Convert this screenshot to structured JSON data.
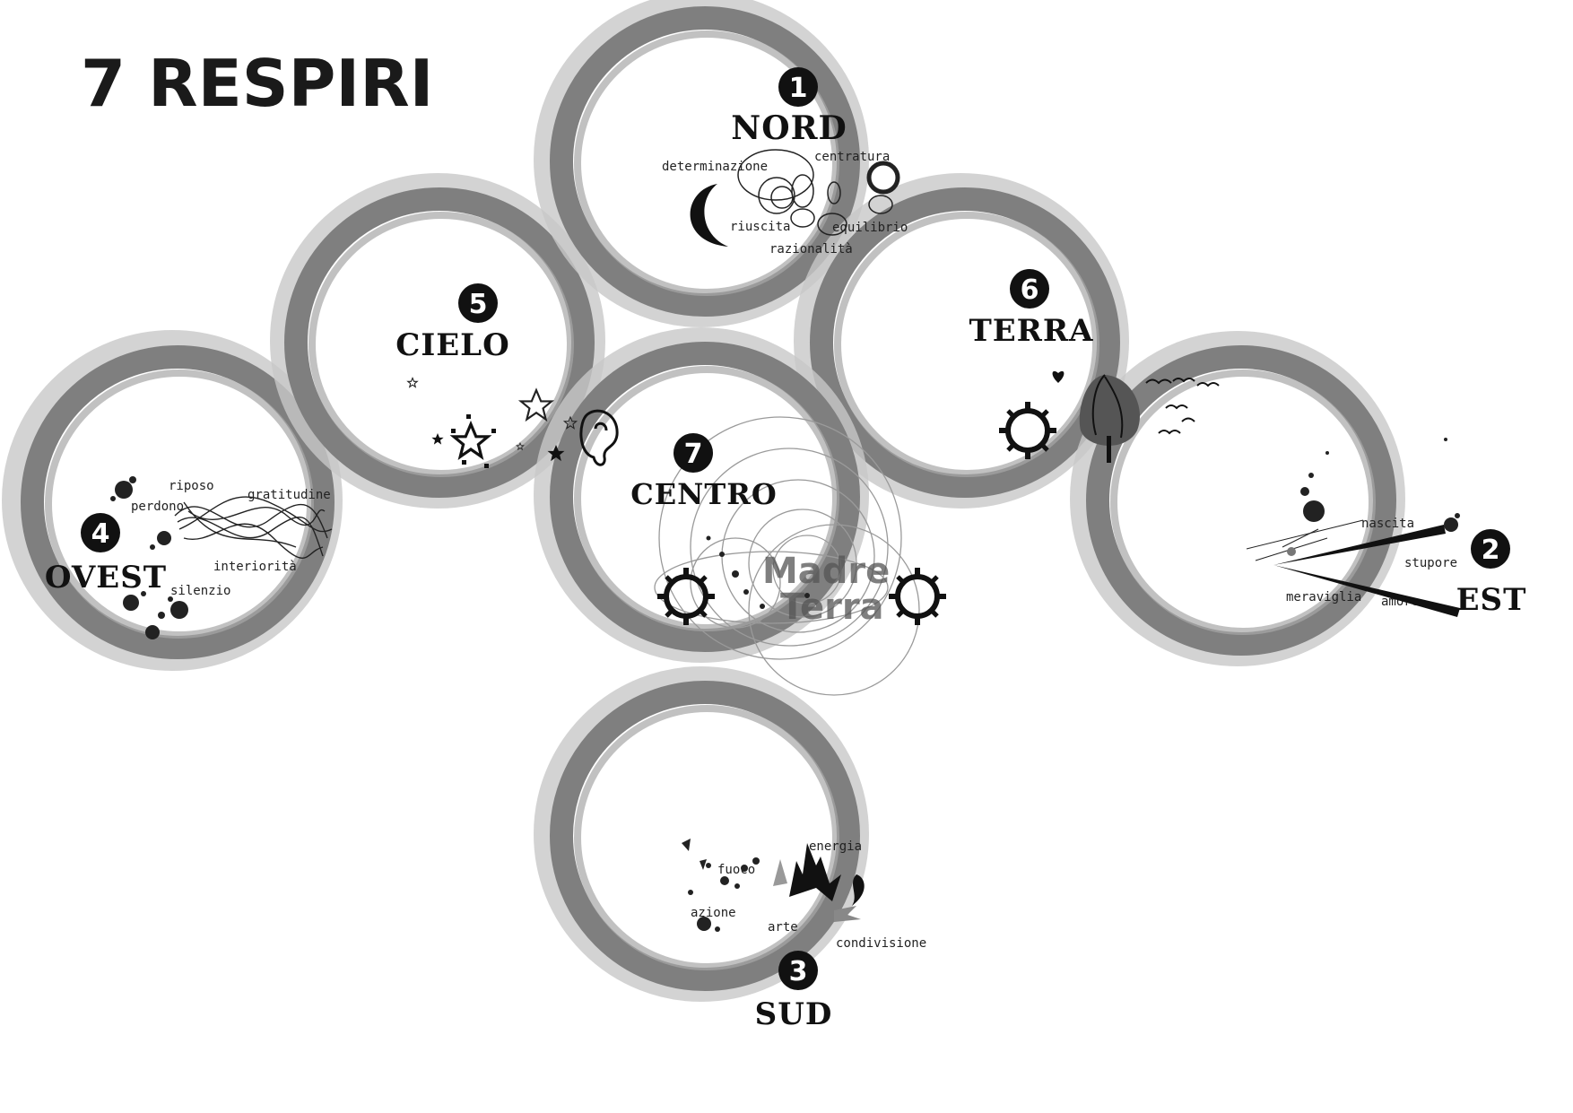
{
  "title": "7 RESPIRI",
  "colors": {
    "ring": "#7a7a7a",
    "ring_light": "#bdbdbd",
    "ink": "#111111"
  },
  "circles": {
    "nord": {
      "number": "1",
      "label": "NORD",
      "words": {
        "w1": "determinazione",
        "w2": "centratura",
        "w3": "riuscita",
        "w4": "equilibrio",
        "w5": "razionalità"
      },
      "icons": [
        "crescent-moon-icon",
        "overlapping-circles-icon"
      ]
    },
    "est": {
      "number": "2",
      "label": "EST",
      "words": {
        "w1": "nascita",
        "w2": "stupore",
        "w3": "meraviglia",
        "w4": "amore"
      },
      "icons": [
        "arrow-lines-icon",
        "ink-splatter-icon"
      ]
    },
    "sud": {
      "number": "3",
      "label": "SUD",
      "words": {
        "w1": "energia",
        "w2": "fuoco",
        "w3": "azione",
        "w4": "arte",
        "w5": "condivisione"
      },
      "icons": [
        "flame-icon",
        "ink-splatter-icon"
      ]
    },
    "ovest": {
      "number": "4",
      "label": "OVEST",
      "words": {
        "w1": "riposo",
        "w2": "perdono",
        "w3": "gratitudine",
        "w4": "interiorità",
        "w5": "silenzio"
      },
      "icons": [
        "wave-lines-icon",
        "ink-splatter-icon"
      ]
    },
    "cielo": {
      "number": "5",
      "label": "CIELO",
      "icons": [
        "star-icon",
        "ear-icon"
      ]
    },
    "terra": {
      "number": "6",
      "label": "TERRA",
      "icons": [
        "sun-symbol-icon",
        "heart-icon",
        "tree-icon",
        "birds-icon"
      ]
    },
    "centro": {
      "number": "7",
      "label": "CENTRO",
      "ghost_text": {
        "line1": "Madre",
        "line2": "Terra"
      },
      "icons": [
        "sun-symbol-icon",
        "spiral-circles-icon"
      ]
    }
  }
}
